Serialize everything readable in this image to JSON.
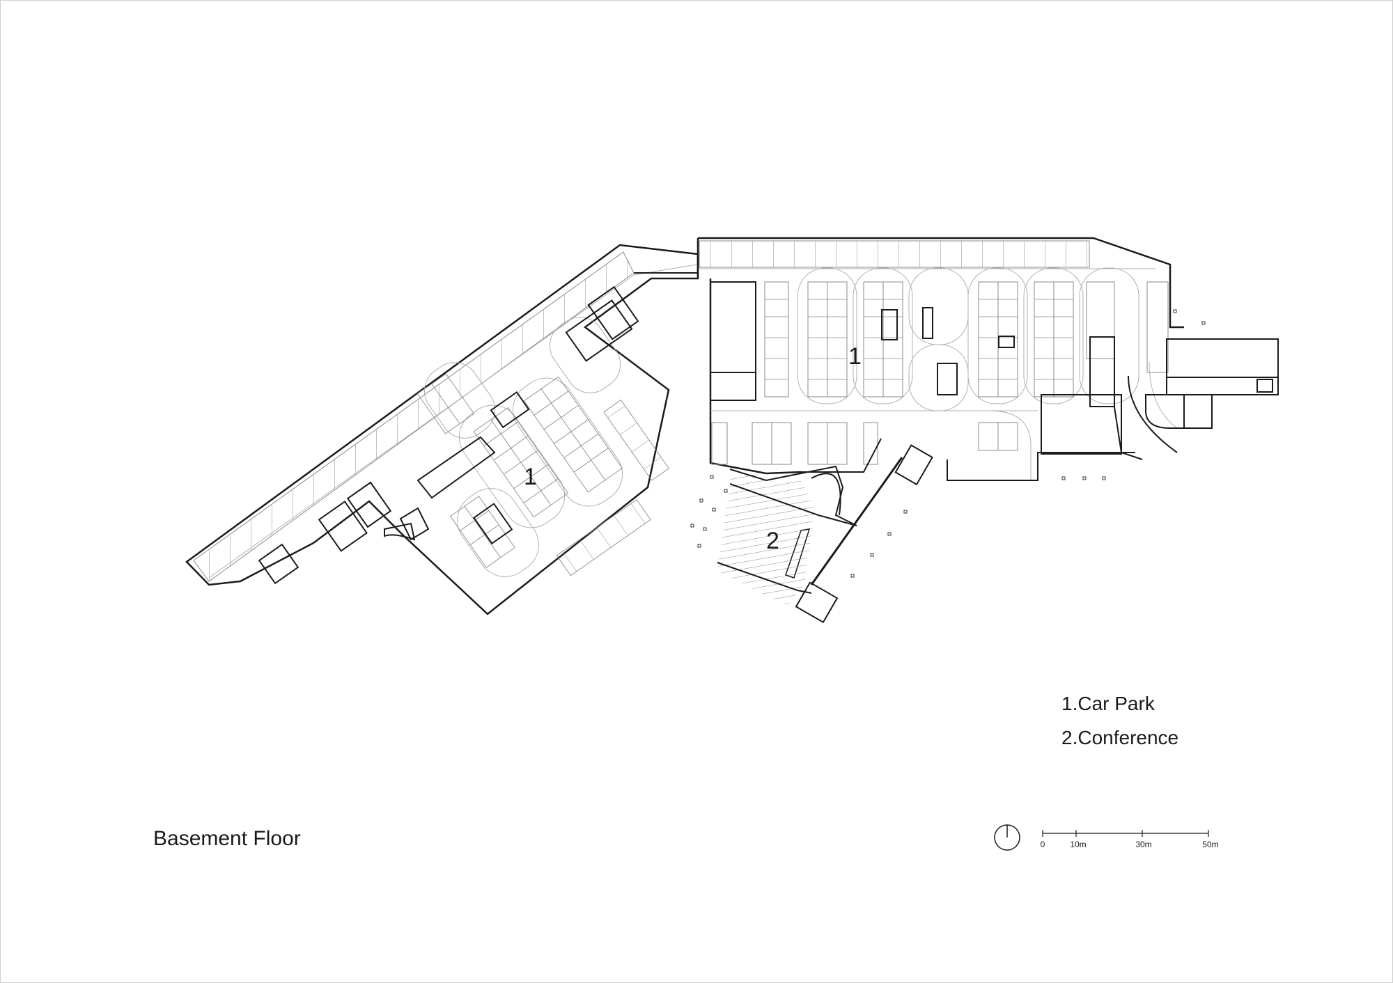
{
  "drawing": {
    "title": "Basement Floor",
    "area_labels": [
      {
        "id": "1",
        "text": "1",
        "zone": "west-car-park"
      },
      {
        "id": "1",
        "text": "1",
        "zone": "east-car-park"
      },
      {
        "id": "2",
        "text": "2",
        "zone": "conference"
      }
    ],
    "legend": {
      "items": [
        {
          "number": "1",
          "label": "1.Car Park"
        },
        {
          "number": "2",
          "label": "2.Conference"
        }
      ]
    },
    "north_arrow": {
      "icon": "north-arrow-icon"
    },
    "scale_bar": {
      "ticks": [
        "0",
        "10m",
        "30m",
        "50m"
      ]
    },
    "colors": {
      "wall": "#1a1a1a",
      "bay_line": "#8a8a8a",
      "drive_aisle": "#b0b0b0",
      "background": "#ffffff"
    }
  }
}
